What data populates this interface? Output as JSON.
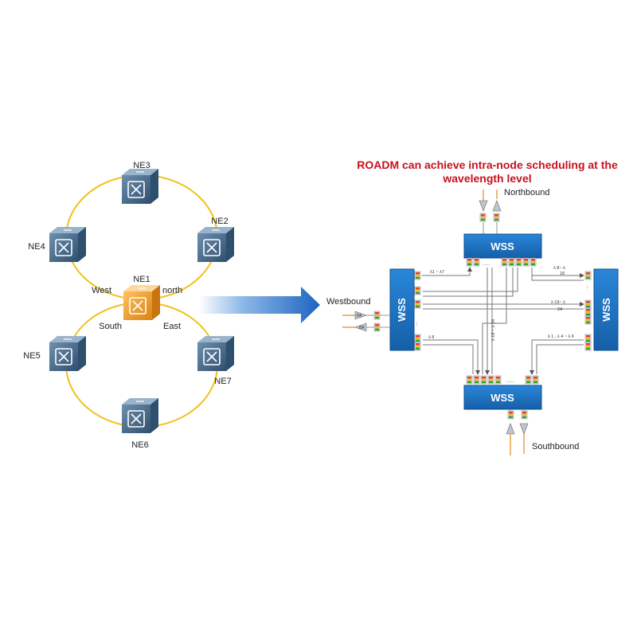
{
  "ring": {
    "nodes": {
      "ne1": "NE1",
      "ne2": "NE2",
      "ne3": "NE3",
      "ne4": "NE4",
      "ne5": "NE5",
      "ne6": "NE6",
      "ne7": "NE7"
    },
    "ports": {
      "west": "West",
      "north": "north",
      "south": "South",
      "east": "East"
    }
  },
  "roadm": {
    "title_line1": "ROADM can achieve intra-node scheduling at the",
    "title_line2": "wavelength level",
    "wss_label": "WSS",
    "directions": {
      "north": "Northbound",
      "west": "Westbound",
      "south": "Southbound"
    },
    "wavelength_labels": {
      "l1_l7": "λ1 ~ λ7",
      "l8_18a": "λ 8~ λ",
      "l8_18b": "18",
      "l19_24a": "λ 19~ λ",
      "l19_24b": "24",
      "l8": "λ 8",
      "l19_24v": "λ 19 ~ λ 24",
      "l1_l4_l6": "λ 1 , λ 4 ~ λ 6"
    },
    "amplifiers": {
      "pa": "PA",
      "ba": "BA"
    }
  },
  "colors": {
    "ring": "#f2c01c",
    "wss_blue": "#1f78c8",
    "ne_blue": "#4a6f8f",
    "ne_orange": "#f0a030",
    "title_red": "#c8101e"
  }
}
